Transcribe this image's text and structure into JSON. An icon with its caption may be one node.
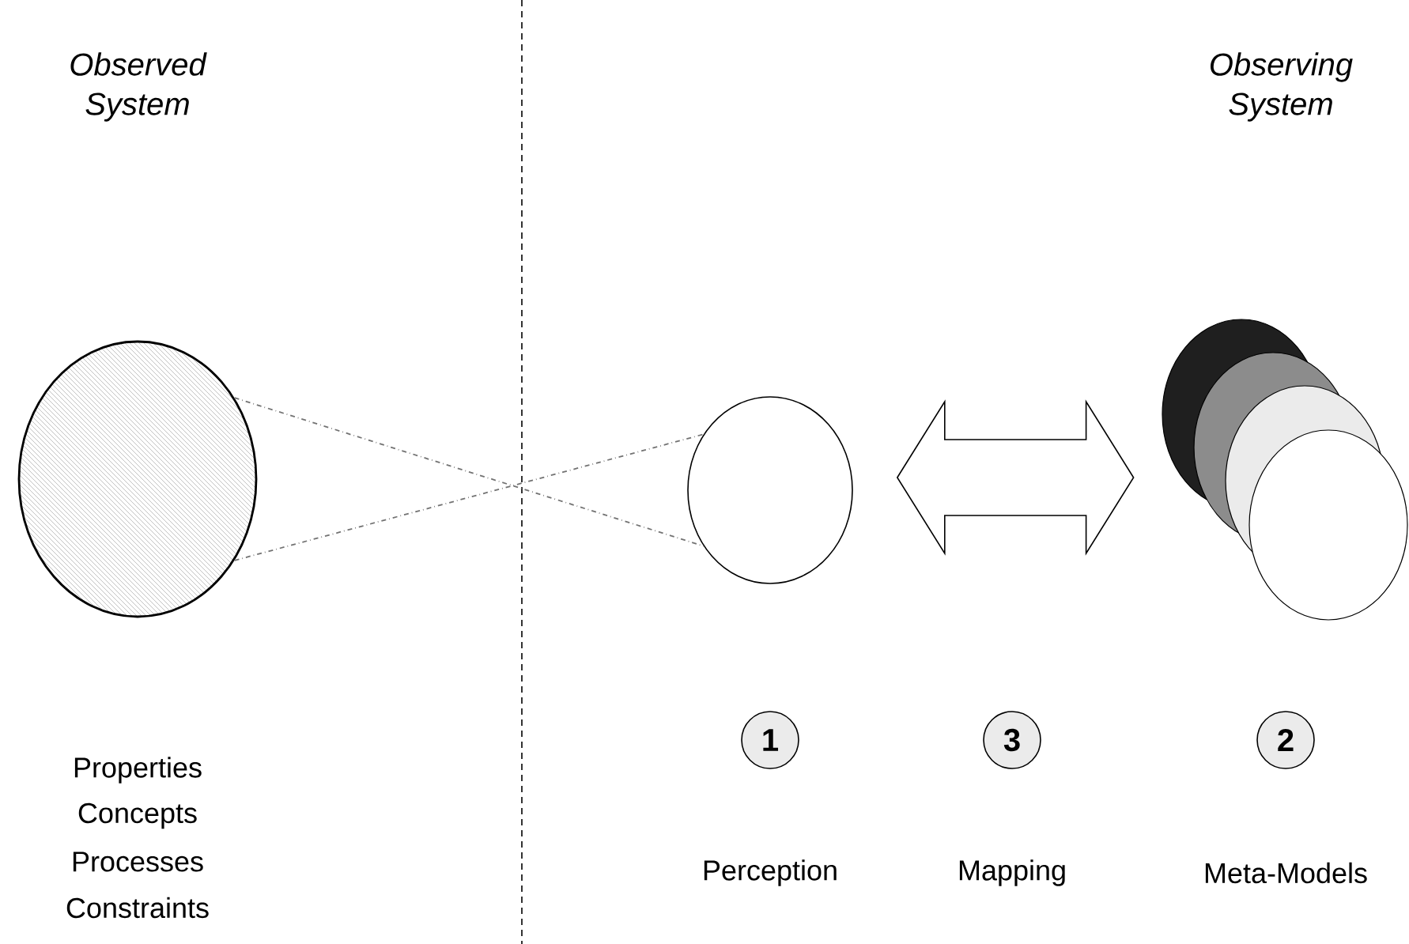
{
  "diagram": {
    "nodes": [
      {
        "text": [],
        "shape": "circle"
      },
      {
        "text": [],
        "shape": "circle"
      },
      {
        "text": [],
        "shape": "circle"
      },
      {
        "text": [
          "1"
        ]
      },
      {
        "text": [
          "3"
        ]
      },
      {
        "text": [
          "2"
        ]
      }
    ],
    "edges": [
      {
        "from": 0,
        "to": 1,
        "arrow": "none",
        "style": "dashed"
      },
      {
        "from": 0,
        "to": 1,
        "arrow": "none",
        "style": "dashed"
      },
      {
        "from": 1,
        "to": 2,
        "arrow": "both"
      }
    ],
    "labels": [
      "Observed System",
      "Observing System",
      "Properties",
      "Concepts",
      "Processes",
      "Constraints",
      "Perception",
      "Mapping",
      "Meta-Models"
    ]
  }
}
